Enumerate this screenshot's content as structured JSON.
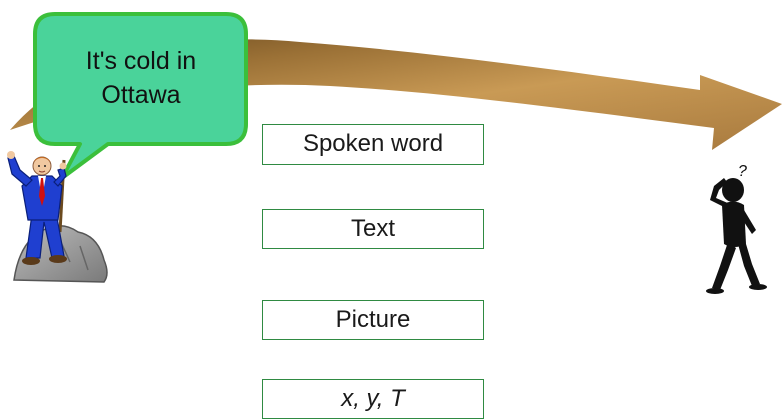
{
  "speech_bubble": {
    "line1": "It's cold in",
    "line2": "Ottawa"
  },
  "channels": [
    {
      "label": "Spoken word"
    },
    {
      "label": "Text"
    },
    {
      "label": "Picture"
    },
    {
      "label": "x, y, T"
    }
  ],
  "icons": {
    "sender": "climber-figure-icon",
    "receiver": "confused-person-icon",
    "question_mark": "?"
  },
  "colors": {
    "arrow": "#a67c3d",
    "bubble_fill": "#4ad39a",
    "bubble_border": "#3bbf3b",
    "box_border": "#2f8a42",
    "sender_suit": "#1f3fd0",
    "sender_tie": "#d01010",
    "rock": "#8f8f8f"
  }
}
